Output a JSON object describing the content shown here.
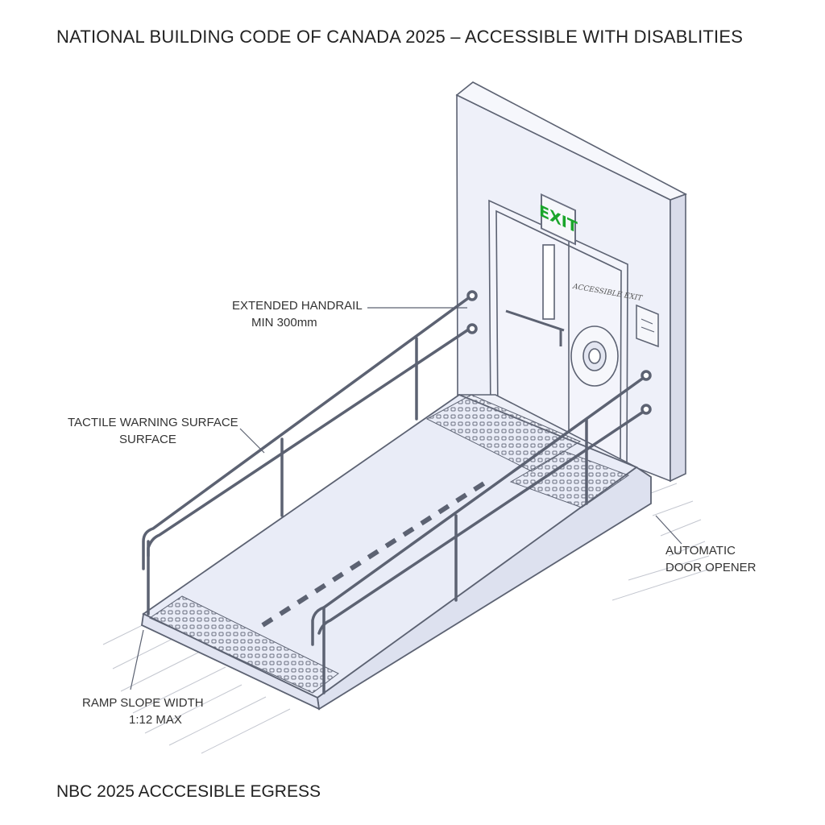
{
  "title": "NATIONAL BUILDING CODE OF CANADA 2025 – ACCESSIBLE WITH DISABLITIES",
  "footer": "NBC 2025 ACCCESIBLE EGRESS",
  "sign": {
    "exit": "EXIT",
    "door_label": "ACCESSIBLE EXIT"
  },
  "callouts": {
    "handrail": {
      "line1": "EXTENDED HANDRAIL",
      "line2": "MIN 300mm"
    },
    "tactile": {
      "line1": "TACTILE WARNING SURFACE",
      "line2": "SURFACE"
    },
    "opener": {
      "line1": "AUTOMATIC",
      "line2": "DOOR OPENER"
    },
    "ramp": {
      "line1": "RAMP SLOPE WIDTH",
      "line2": "1:12 MAX"
    }
  },
  "colors": {
    "line": "#5c6272",
    "wall": "#eef0f9",
    "ramp": "#e9ecf7",
    "exit_green": "#1aa52b"
  }
}
